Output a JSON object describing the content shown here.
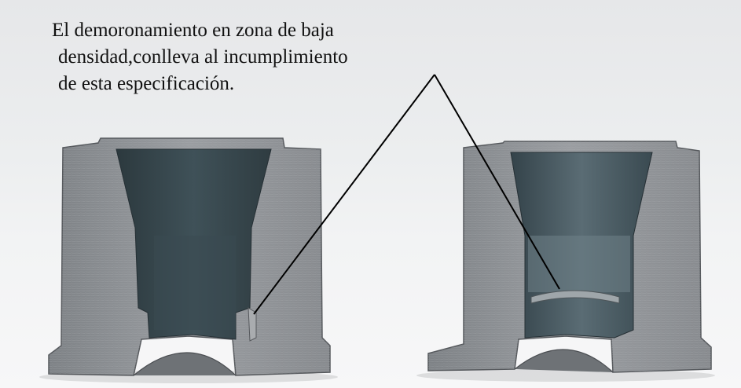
{
  "caption": {
    "lines": [
      "El demoronamiento en zona de baja",
      "densidad,conlleva al  incumplimiento",
      "de esta especificación."
    ]
  },
  "colors": {
    "background": "#eceeef",
    "metal": "#8f9296",
    "metal_dark": "#5c5f63",
    "bore": "#35444a",
    "bore_light": "#566770",
    "pointer_line": "#000000"
  }
}
